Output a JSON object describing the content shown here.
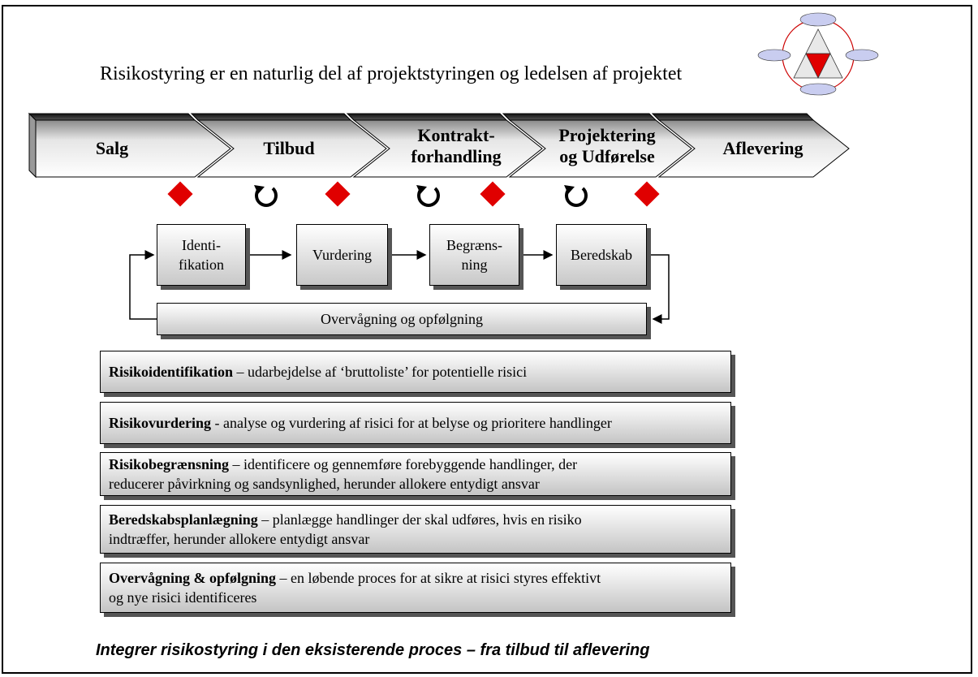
{
  "title": "Risikostyring er en naturlig del af projektstyringen og ledelsen af projektet",
  "phases": [
    {
      "line1": "Salg",
      "line2": ""
    },
    {
      "line1": "Tilbud",
      "line2": ""
    },
    {
      "line1": "Kontrakt-",
      "line2": "forhandling"
    },
    {
      "line1": "Projektering",
      "line2": "og Udførelse"
    },
    {
      "line1": "Aflevering",
      "line2": ""
    }
  ],
  "process_steps": [
    {
      "line1": "Identi-",
      "line2": "fikation"
    },
    {
      "line1": "Vurdering",
      "line2": ""
    },
    {
      "line1": "Begræns-",
      "line2": "ning"
    },
    {
      "line1": "Beredskab",
      "line2": ""
    }
  ],
  "monitoring_label": "Overvågning og opfølgning",
  "descriptions": [
    {
      "term": "Risikoidentifikation",
      "text": " – udarbejdelse af ‘bruttoliste’ for potentielle risici",
      "text2": ""
    },
    {
      "term": "Risikovurdering",
      "text": " - analyse og vurdering af risici for at belyse og prioritere handlinger",
      "text2": ""
    },
    {
      "term": "Risikobegrænsning",
      "text": " – identificere og gennemføre forebyggende handlinger, der",
      "text2": "reducerer påvirkning og sandsynlighed, herunder allokere entydigt ansvar"
    },
    {
      "term": "Beredskabsplanlægning",
      "text": " – planlægge handlinger der skal udføres, hvis en risiko",
      "text2": "indtræffer, herunder allokere entydigt ansvar"
    },
    {
      "term": "Overvågning & opfølgning",
      "text": " – en løbende proces for at sikre at risici styres effektivt",
      "text2": "og nye risici identificeres"
    }
  ],
  "footer": "Integrer risikostyring i den eksisterende proces – fra tilbud til aflevering",
  "colors": {
    "diamond": "#e00000",
    "logo_triangle": "#e00000",
    "logo_ring": "#cc0000"
  }
}
